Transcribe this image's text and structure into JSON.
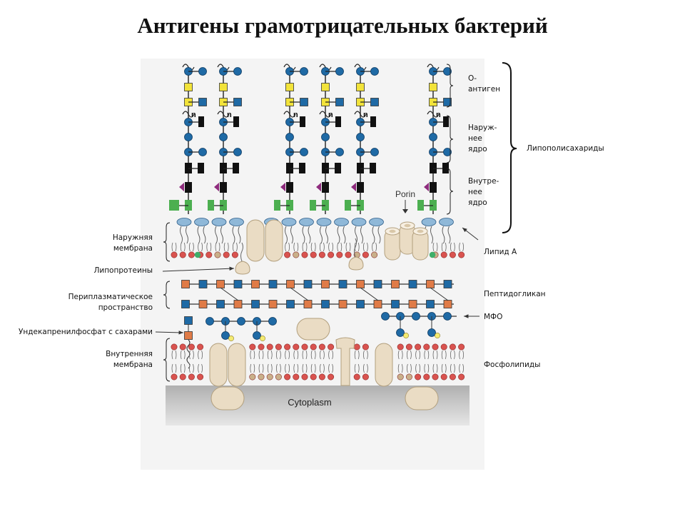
{
  "title": "Антигены грамотрицательных бактерий",
  "labels": {
    "o_antigen": "О-антиген",
    "outer_core": "Наруж-нее ядро",
    "inner_core": "Внутре-нее ядро",
    "lps": "Липополисахариды",
    "porin": "Porin",
    "outer_membrane": "Наружняя мембрана",
    "lipid_a": "Липид А",
    "lipoproteins": "Липопротеины",
    "periplasm": "Периплазматическое пространство",
    "peptidoglycan": "Пептидогликан",
    "undecaprenyl": "Ундекапренилфосфат с сахарами",
    "mdo": "МФО",
    "inner_membrane": "Внутренняя мембрана",
    "phospholipids": "Фосфолипиды",
    "cytoplasm": "Cytoplasm",
    "repeat_n": "n"
  },
  "colors": {
    "sugar_blue": "#1f6aa5",
    "sugar_yellow": "#f2e33a",
    "kdo_black": "#111111",
    "hep_green": "#4caf50",
    "purple": "#8e2b7d",
    "glucosamine_orange": "#e07b47",
    "lipid_head_red": "#d9534f",
    "lipid_head_tan": "#c9b08a",
    "lipid_head_green": "#3fae6a",
    "protein": "#eadcc4",
    "cytoplasm_gray": "#c8c8c8",
    "mdo_yellow": "#f4eb72"
  }
}
